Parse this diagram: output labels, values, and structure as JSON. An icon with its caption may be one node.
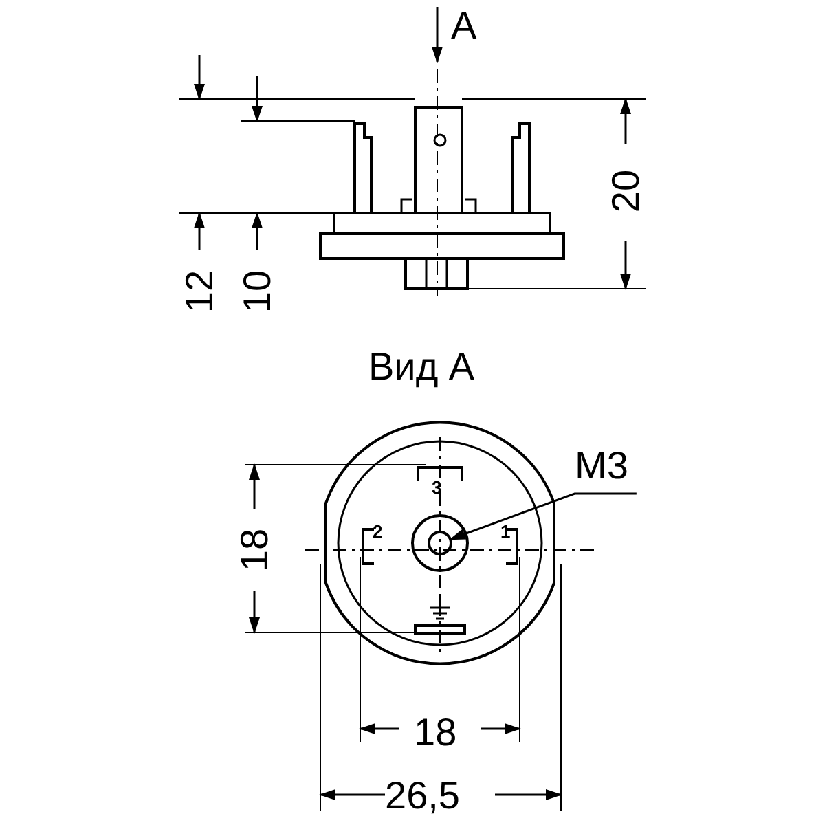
{
  "diagram": {
    "nodes": [
      {
        "text": [
          "M3"
        ]
      },
      {
        "text": [],
        "shape": "circle"
      }
    ],
    "edges": [
      {
        "from": 0,
        "to": 1,
        "arrow": "to"
      }
    ],
    "labels": [
      "А",
      "12",
      "10",
      "20",
      "Вид А",
      "3",
      "2",
      "1",
      "18",
      "18",
      "26,5"
    ]
  }
}
